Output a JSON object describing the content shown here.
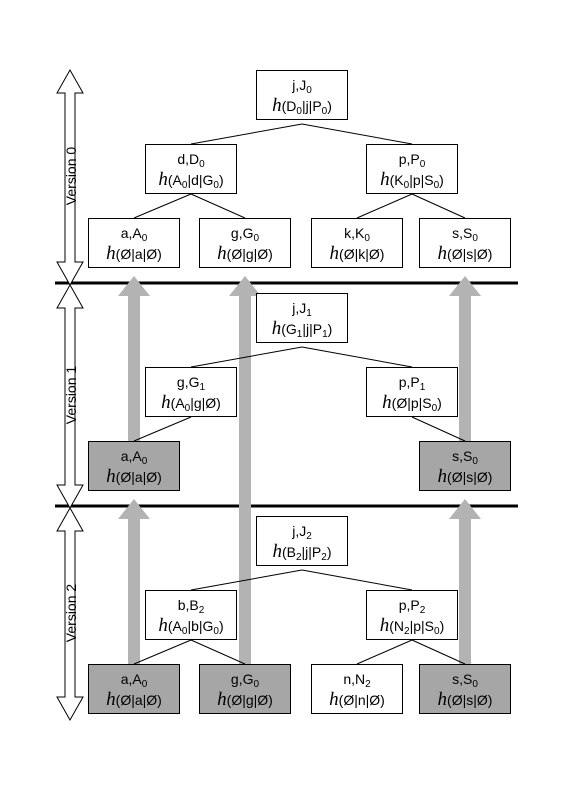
{
  "versions": [
    "Version 0",
    "Version 1",
    "Version 2"
  ],
  "h_symbol": "h",
  "empty_symbol": "Ø",
  "nodes": {
    "v0_root": {
      "l1": "j,J",
      "l1_sub": "0",
      "h": "(D<sub>0</sub>|j|P<sub>0</sub>)"
    },
    "v0_d": {
      "l1": "d,D",
      "l1_sub": "0",
      "h": "(A<sub>0</sub>|d|G<sub>0</sub>)"
    },
    "v0_p": {
      "l1": "p,P",
      "l1_sub": "0",
      "h": "(K<sub>0</sub>|p|S<sub>0</sub>)"
    },
    "v0_a": {
      "l1": "a,A",
      "l1_sub": "0",
      "h": "(Ø|a|Ø)"
    },
    "v0_g": {
      "l1": "g,G",
      "l1_sub": "0",
      "h": "(Ø|g|Ø)"
    },
    "v0_k": {
      "l1": "k,K",
      "l1_sub": "0",
      "h": "(Ø|k|Ø)"
    },
    "v0_s": {
      "l1": "s,S",
      "l1_sub": "0",
      "h": "(Ø|s|Ø)"
    },
    "v1_root": {
      "l1": "j,J",
      "l1_sub": "1",
      "h": "(G<sub>1</sub>|j|P<sub>1</sub>)"
    },
    "v1_g": {
      "l1": "g,G",
      "l1_sub": "1",
      "h": "(A<sub>0</sub>|g|Ø)"
    },
    "v1_p": {
      "l1": "p,P",
      "l1_sub": "1",
      "h": "(Ø|p|S<sub>0</sub>)"
    },
    "v1_a": {
      "l1": "a,A",
      "l1_sub": "0",
      "h": "(Ø|a|Ø)"
    },
    "v1_s": {
      "l1": "s,S",
      "l1_sub": "0",
      "h": "(Ø|s|Ø)"
    },
    "v2_root": {
      "l1": "j,J",
      "l1_sub": "2",
      "h": "(B<sub>2</sub>|j|P<sub>2</sub>)"
    },
    "v2_b": {
      "l1": "b,B",
      "l1_sub": "2",
      "h": "(A<sub>0</sub>|b|G<sub>0</sub>)"
    },
    "v2_p": {
      "l1": "p,P",
      "l1_sub": "2",
      "h": "(N<sub>2</sub>|p|S<sub>0</sub>)"
    },
    "v2_a": {
      "l1": "a,A",
      "l1_sub": "0",
      "h": "(Ø|a|Ø)"
    },
    "v2_g": {
      "l1": "g,G",
      "l1_sub": "0",
      "h": "(Ø|g|Ø)"
    },
    "v2_n": {
      "l1": "n,N",
      "l1_sub": "2",
      "h": "(Ø|n|Ø)"
    },
    "v2_s": {
      "l1": "s,S",
      "l1_sub": "0",
      "h": "(Ø|s|Ø)"
    }
  },
  "colors": {
    "shared_node": "#a6a6a6",
    "arrow": "#b3b3b3",
    "line": "#000000"
  }
}
